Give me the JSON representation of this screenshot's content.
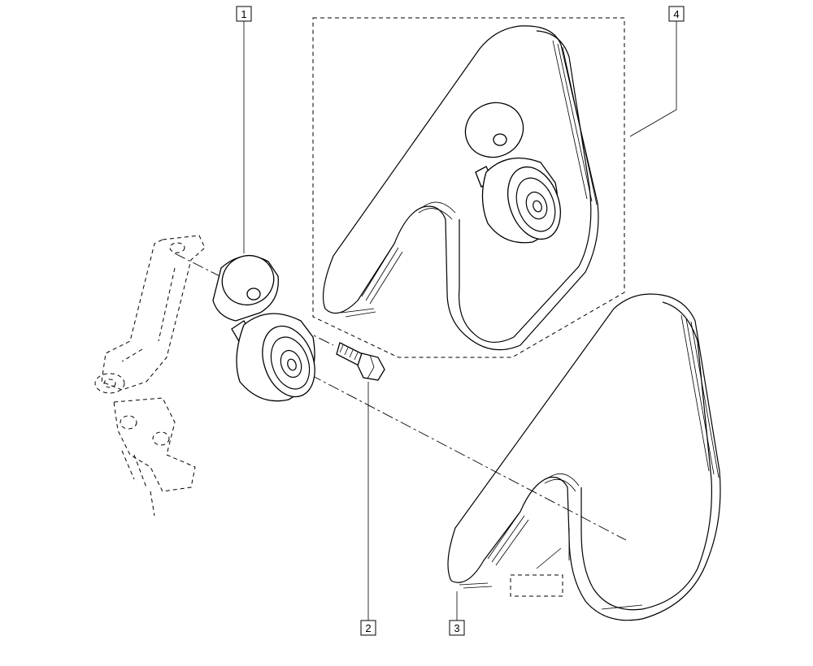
{
  "callouts": [
    {
      "id": "1",
      "label": "1"
    },
    {
      "id": "2",
      "label": "2"
    },
    {
      "id": "3",
      "label": "3"
    },
    {
      "id": "4",
      "label": "4"
    }
  ],
  "parts": {
    "tensioner_pulley": "tensioner-pulley-icon",
    "bolt": "bolt-icon",
    "belt_small": "accessory-belt-icon",
    "belt_kit": "belt-kit-icon",
    "engine_bracket": "engine-bracket-icon"
  },
  "colors": {
    "line": "#000000",
    "background": "#ffffff"
  }
}
